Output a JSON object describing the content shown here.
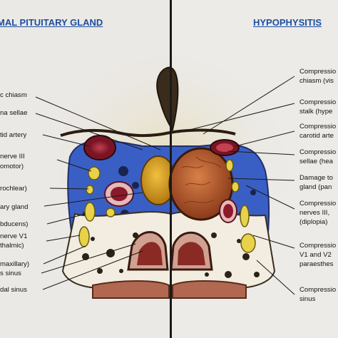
{
  "headings": {
    "normal": "MAL PITUITARY GLAND",
    "hypophysitis": "HYPOPHYSITIS"
  },
  "left_labels": [
    "c chiasm",
    "na sellae",
    "tid artery",
    "nerve III",
    "omotor)",
    "rochlear)",
    "ary gland",
    "bducens)",
    "nerve V1",
    "thalmic)",
    "maxillary)",
    "s sinus",
    "dal sinus"
  ],
  "right_labels": [
    "Compressio",
    "chiasm (vis",
    "Compressio",
    "stalk (hype",
    "Compressio",
    "carotid arte",
    "Compressio",
    "sellae (hea",
    "Damage to",
    "gland (pan",
    "Compressio",
    "nerves III,",
    "(diplopia)",
    "Compressio",
    "V1 and V2",
    "paraesthes",
    "Compressio",
    "sinus"
  ],
  "colors": {
    "heading": "#1e4fa0",
    "divider": "#1a1a1a",
    "venous_sinus": "#3a5fc4",
    "normal_gland": "#d9a020",
    "inflamed_gland": "#b85a2a",
    "carotid": "#9b1f2e",
    "nerve": "#e8d24a",
    "sphenoid_bone": "#f2ede0"
  }
}
